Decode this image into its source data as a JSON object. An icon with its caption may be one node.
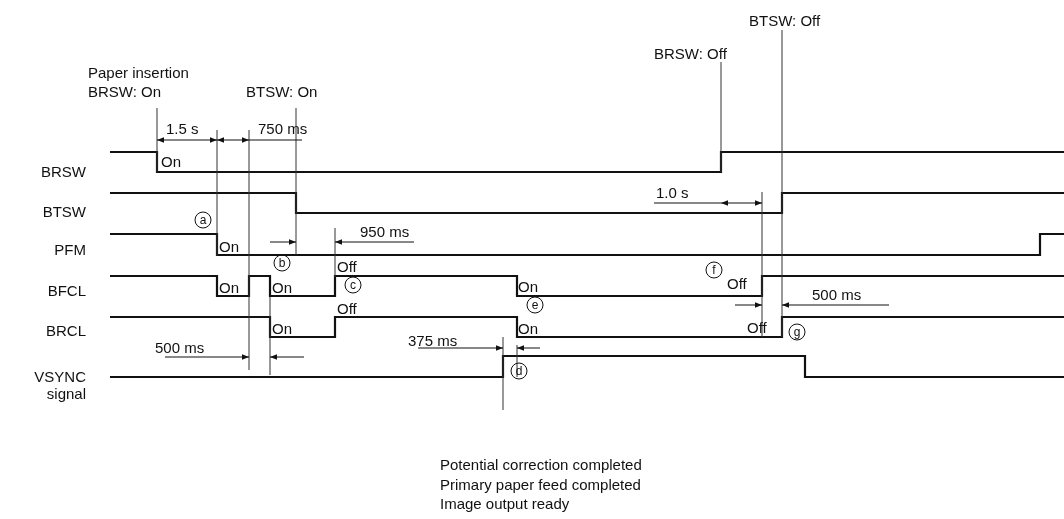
{
  "diagram": {
    "labels": [
      "Paper insertion",
      "BRSW: On",
      "BTSW: On",
      "BTSW: Off",
      "BRSW: Off",
      "1.5 s",
      "750 ms",
      "BRSW",
      "On",
      "BTSW",
      "1.0 s",
      "a",
      "PFM",
      "950 ms",
      "On",
      "b",
      "Off",
      "BFCL",
      "On",
      "On",
      "c",
      "On",
      "f",
      "Off",
      "Off",
      "e",
      "500 ms",
      "BRCL",
      "On",
      "On",
      "Off",
      "g",
      "375 ms",
      "500 ms",
      "VSYNC signal",
      "d",
      "Potential correction completed",
      "Primary paper feed completed",
      "Image output ready"
    ]
  }
}
